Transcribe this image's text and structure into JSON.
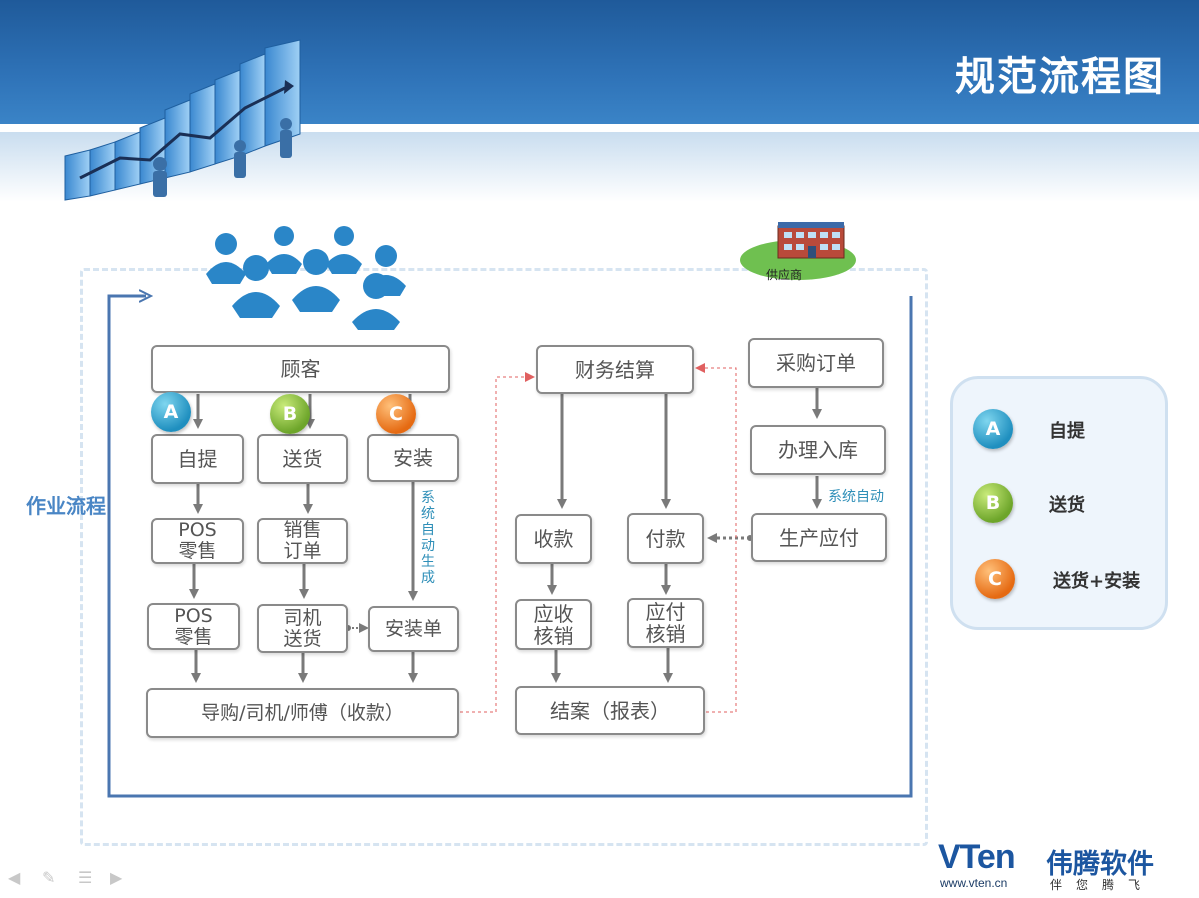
{
  "header": {
    "title": "规范流程图"
  },
  "side_label": "作业流程",
  "supplier": {
    "label": "供应商"
  },
  "left_flow": {
    "customer": "顾客",
    "self_pickup": "自提",
    "delivery": "送货",
    "install": "安装",
    "pos_sale_1": "POS\n零售",
    "sales_order": "销售\n订单",
    "pos_sale_2": "POS\n零售",
    "driver_delivery": "司机\n送货",
    "install_order": "安装单",
    "collect": "导购/司机/师傅（收款）",
    "auto_generate": "系统自动生成"
  },
  "middle_flow": {
    "finance": "财务结算",
    "receive": "收款",
    "pay": "付款",
    "ar_writeoff": "应收\n核销",
    "ap_writeoff": "应付\n核销",
    "close": "结案（报表）"
  },
  "right_flow": {
    "purchase_order": "采购订单",
    "stock_in": "办理入库",
    "auto": "系统自动",
    "payable": "生产应付"
  },
  "badges": {
    "a": "A",
    "b": "B",
    "c": "C"
  },
  "legend": {
    "items": [
      {
        "badge": "A",
        "label": "自提"
      },
      {
        "badge": "B",
        "label": "送货"
      },
      {
        "badge": "C",
        "label": "送货+安装"
      }
    ]
  },
  "logo": {
    "brand": "VTen",
    "url": "www.vten.cn",
    "cn_name": "伟腾软件",
    "slogan": "伴您腾飞"
  },
  "colors": {
    "header_blue": "#2f73b8",
    "badge_a": "#1f8fbf",
    "badge_b": "#6da52a",
    "badge_c": "#e56a12",
    "flow_line": "#4a76b0",
    "dashed_arrow": "#e06060"
  }
}
